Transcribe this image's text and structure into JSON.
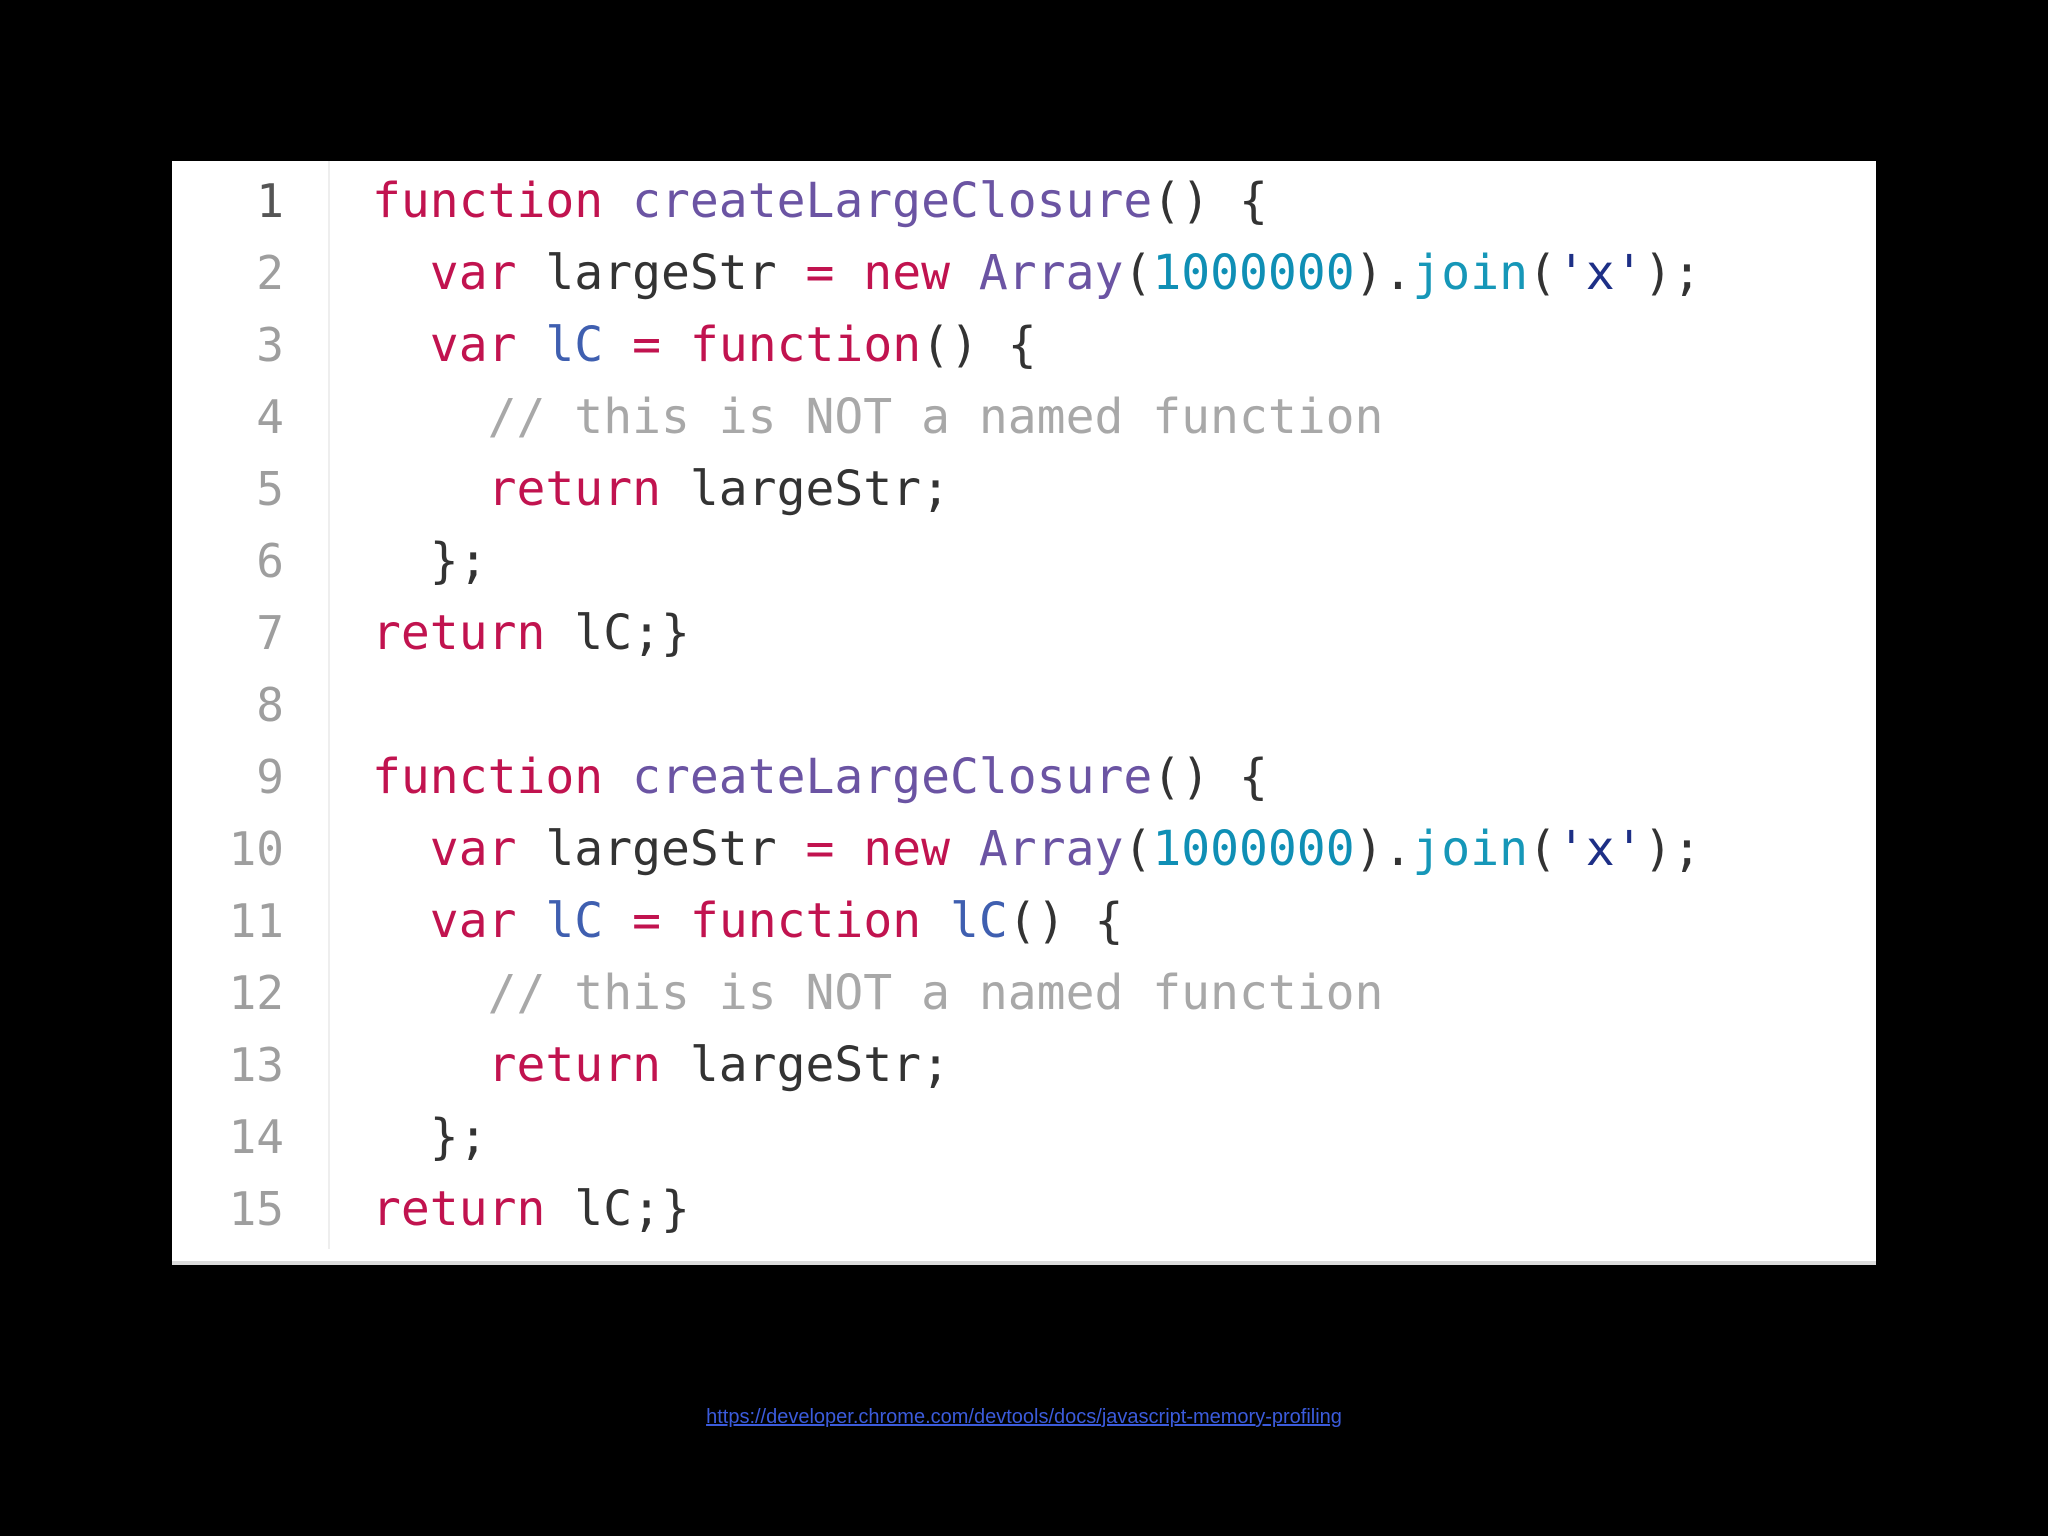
{
  "editor": {
    "lines": [
      {
        "number": "1",
        "tokens": [
          {
            "t": "function",
            "c": "keyword"
          },
          {
            "t": " ",
            "c": "plain"
          },
          {
            "t": "createLargeClosure",
            "c": "def"
          },
          {
            "t": "() {",
            "c": "punct"
          }
        ]
      },
      {
        "number": "2",
        "tokens": [
          {
            "t": "  ",
            "c": "plain"
          },
          {
            "t": "var",
            "c": "keyword"
          },
          {
            "t": " largeStr ",
            "c": "plain"
          },
          {
            "t": "=",
            "c": "operator"
          },
          {
            "t": " ",
            "c": "plain"
          },
          {
            "t": "new",
            "c": "keyword"
          },
          {
            "t": " ",
            "c": "plain"
          },
          {
            "t": "Array",
            "c": "builtin"
          },
          {
            "t": "(",
            "c": "punct"
          },
          {
            "t": "1000000",
            "c": "number"
          },
          {
            "t": ").",
            "c": "punct"
          },
          {
            "t": "join",
            "c": "property"
          },
          {
            "t": "(",
            "c": "punct"
          },
          {
            "t": "'x'",
            "c": "string"
          },
          {
            "t": ");",
            "c": "punct"
          }
        ]
      },
      {
        "number": "3",
        "tokens": [
          {
            "t": "  ",
            "c": "plain"
          },
          {
            "t": "var",
            "c": "keyword"
          },
          {
            "t": " ",
            "c": "plain"
          },
          {
            "t": "lC",
            "c": "variable-def"
          },
          {
            "t": " ",
            "c": "plain"
          },
          {
            "t": "=",
            "c": "operator"
          },
          {
            "t": " ",
            "c": "plain"
          },
          {
            "t": "function",
            "c": "keyword"
          },
          {
            "t": "() {",
            "c": "punct"
          }
        ]
      },
      {
        "number": "4",
        "tokens": [
          {
            "t": "    ",
            "c": "plain"
          },
          {
            "t": "// this is NOT a named function",
            "c": "comment"
          }
        ]
      },
      {
        "number": "5",
        "tokens": [
          {
            "t": "    ",
            "c": "plain"
          },
          {
            "t": "return",
            "c": "keyword"
          },
          {
            "t": " largeStr;",
            "c": "plain"
          }
        ]
      },
      {
        "number": "6",
        "tokens": [
          {
            "t": "  };",
            "c": "punct"
          }
        ]
      },
      {
        "number": "7",
        "tokens": [
          {
            "t": "return",
            "c": "keyword"
          },
          {
            "t": " lC;}",
            "c": "plain"
          }
        ]
      },
      {
        "number": "8",
        "tokens": []
      },
      {
        "number": "9",
        "tokens": [
          {
            "t": "function",
            "c": "keyword"
          },
          {
            "t": " ",
            "c": "plain"
          },
          {
            "t": "createLargeClosure",
            "c": "def"
          },
          {
            "t": "() {",
            "c": "punct"
          }
        ]
      },
      {
        "number": "10",
        "tokens": [
          {
            "t": "  ",
            "c": "plain"
          },
          {
            "t": "var",
            "c": "keyword"
          },
          {
            "t": " largeStr ",
            "c": "plain"
          },
          {
            "t": "=",
            "c": "operator"
          },
          {
            "t": " ",
            "c": "plain"
          },
          {
            "t": "new",
            "c": "keyword"
          },
          {
            "t": " ",
            "c": "plain"
          },
          {
            "t": "Array",
            "c": "builtin"
          },
          {
            "t": "(",
            "c": "punct"
          },
          {
            "t": "1000000",
            "c": "number"
          },
          {
            "t": ").",
            "c": "punct"
          },
          {
            "t": "join",
            "c": "property"
          },
          {
            "t": "(",
            "c": "punct"
          },
          {
            "t": "'x'",
            "c": "string"
          },
          {
            "t": ");",
            "c": "punct"
          }
        ]
      },
      {
        "number": "11",
        "tokens": [
          {
            "t": "  ",
            "c": "plain"
          },
          {
            "t": "var",
            "c": "keyword"
          },
          {
            "t": " ",
            "c": "plain"
          },
          {
            "t": "lC",
            "c": "variable-def"
          },
          {
            "t": " ",
            "c": "plain"
          },
          {
            "t": "=",
            "c": "operator"
          },
          {
            "t": " ",
            "c": "plain"
          },
          {
            "t": "function",
            "c": "keyword"
          },
          {
            "t": " ",
            "c": "plain"
          },
          {
            "t": "lC",
            "c": "variable-def"
          },
          {
            "t": "() {",
            "c": "punct"
          }
        ]
      },
      {
        "number": "12",
        "tokens": [
          {
            "t": "    ",
            "c": "plain"
          },
          {
            "t": "// this is NOT a named function",
            "c": "comment"
          }
        ]
      },
      {
        "number": "13",
        "tokens": [
          {
            "t": "    ",
            "c": "plain"
          },
          {
            "t": "return",
            "c": "keyword"
          },
          {
            "t": " largeStr;",
            "c": "plain"
          }
        ]
      },
      {
        "number": "14",
        "tokens": [
          {
            "t": "  };",
            "c": "punct"
          }
        ]
      },
      {
        "number": "15",
        "tokens": [
          {
            "t": "return",
            "c": "keyword"
          },
          {
            "t": " lC;}",
            "c": "plain"
          }
        ]
      }
    ]
  },
  "footer": {
    "link_text": "https://developer.chrome.com/devtools/docs/javascript-memory-profiling"
  },
  "colors": {
    "background": "#000000",
    "panel": "#ffffff",
    "keyword": "#c1134f",
    "def": "#6b54a3",
    "number": "#0f8fb5",
    "string": "#1d2f86",
    "comment": "#a8a8a8",
    "link": "#3b5bdb"
  }
}
